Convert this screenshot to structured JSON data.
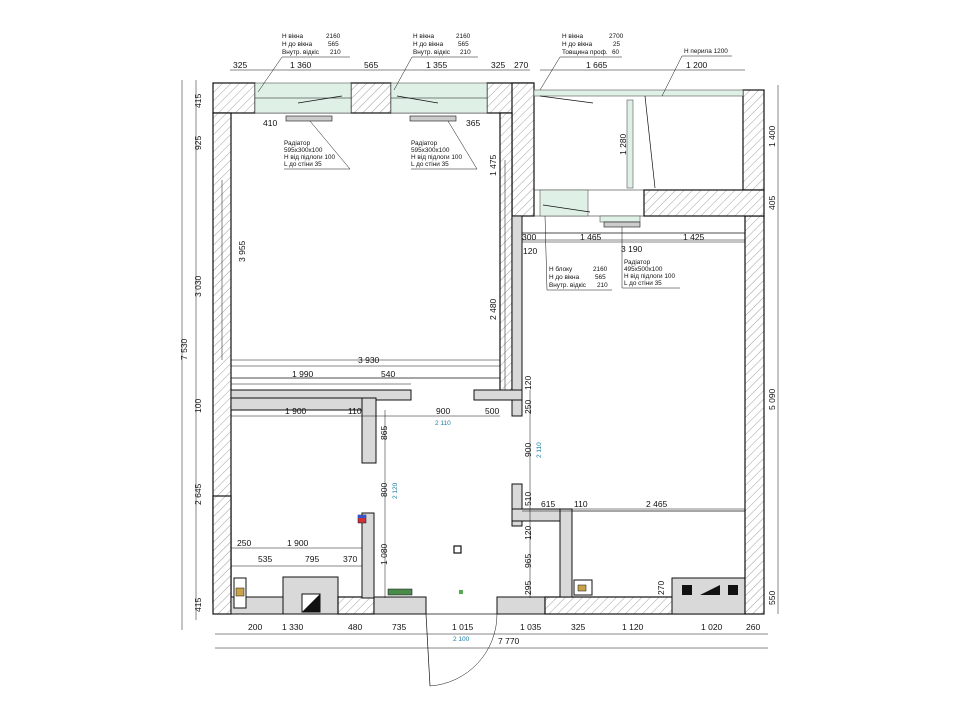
{
  "dims": {
    "top_left": [
      "325",
      "1 360",
      "565",
      "1 355",
      "325",
      "270"
    ],
    "top_right": [
      "1 665",
      "1 200"
    ],
    "left": [
      "415",
      "925",
      "3 030",
      "100",
      "2 645",
      "415"
    ],
    "left_total": "7 530",
    "left_inner": "3 955",
    "right": [
      "1 400",
      "405",
      "5 090",
      "550"
    ],
    "bottom": [
      "200",
      "1 330",
      "480",
      "735",
      "1 015",
      "1 035",
      "325",
      "1 120",
      "1 020",
      "260"
    ],
    "bottom_total": "7 770",
    "rad_offsets": [
      "410",
      "365"
    ],
    "loggia_height": "1 280",
    "loggia_side": "1 475",
    "loggia_window_row": [
      "300",
      "1 465",
      "1 425"
    ],
    "loggia_inner_total": "3 190",
    "loggia_gap": "120",
    "room1_width": "3 930",
    "room1_height": "2 480",
    "partition_row": [
      "1 990",
      "540"
    ],
    "wall_120": "120",
    "corridor_row": [
      "1 900",
      "110",
      "900",
      "500"
    ],
    "wall_250": "250",
    "v_865": "865",
    "v_900": "900",
    "v_800": "800",
    "v_510": "510",
    "kitchen_row": [
      "615",
      "110",
      "2 465"
    ],
    "v_120b": "120",
    "v_965": "965",
    "v_295": "295",
    "v_270": "270",
    "v_1080": "1 080",
    "bath_row1": [
      "250",
      "1 900"
    ],
    "bath_row2": [
      "535",
      "795",
      "370"
    ]
  },
  "door_heights": [
    "2 110",
    "2 110",
    "2 120",
    "2 100"
  ],
  "notes": {
    "win1": [
      [
        "Н вікна",
        "2160"
      ],
      [
        "Н до вікна",
        "565"
      ],
      [
        "Внутр. відкіс",
        "210"
      ]
    ],
    "win2": [
      [
        "Н вікна",
        "2160"
      ],
      [
        "Н до вікна",
        "565"
      ],
      [
        "Внутр. відкіс",
        "210"
      ]
    ],
    "win3": [
      [
        "Н вікна",
        "2700"
      ],
      [
        "Н до вікна",
        "25"
      ],
      [
        "Товщина проф.",
        "60"
      ]
    ],
    "railing": "Н перила 1200",
    "rad1": [
      "Радіатор",
      "595x300x100",
      "Н від підлоги 100",
      "L до стіни 35"
    ],
    "rad2": [
      "Радіатор",
      "595x300x100",
      "Н від підлоги 100",
      "L до стіни 35"
    ],
    "block": [
      [
        "Н блоку",
        "2160"
      ],
      [
        "Н до вікна",
        "565"
      ],
      [
        "Внутр. відкіс",
        "210"
      ]
    ],
    "rad3": [
      "Радіатор",
      "495x500x100",
      "Н від підлоги 100",
      "L до стіни 35"
    ]
  }
}
